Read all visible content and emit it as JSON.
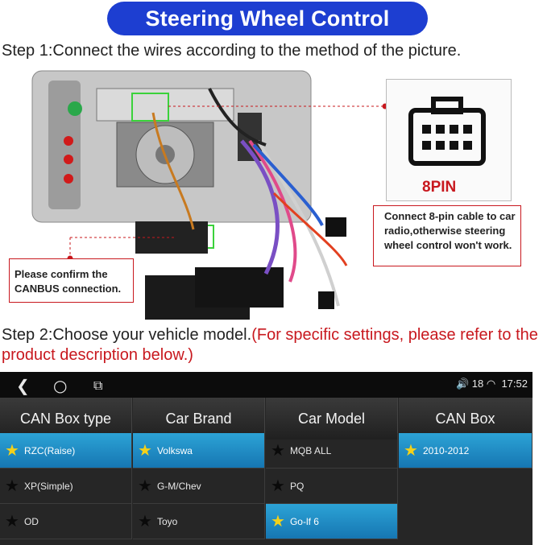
{
  "header": {
    "title": "Steering Wheel Control"
  },
  "step1": {
    "text": "Step 1:Connect the wires according to the method of the picture."
  },
  "step2": {
    "text": "Step 2:Choose your vehicle model.",
    "note": "(For specific settings, please refer to the product description below.)"
  },
  "callouts": {
    "pin_label": "8PIN",
    "pin_note": "Connect 8-pin cable to car radio,otherwise steering wheel control won't work.",
    "canbus_note": "Please confirm the CANBUS connection."
  },
  "screen": {
    "status": {
      "volume": "18",
      "time": "17:52"
    },
    "columns": [
      "CAN Box type",
      "Car Brand",
      "Car Model",
      "CAN Box"
    ],
    "col0": [
      {
        "label": "RZC(Raise)",
        "selected": true
      },
      {
        "label": "XP(Simple)",
        "selected": false
      },
      {
        "label": "OD",
        "selected": false
      }
    ],
    "col1": [
      {
        "label": "Volkswa",
        "selected": true
      },
      {
        "label": "G-M/Chev",
        "selected": false
      },
      {
        "label": "Toyo",
        "selected": false
      }
    ],
    "col2": [
      {
        "label": "MQB ALL",
        "selected": false
      },
      {
        "label": "PQ",
        "selected": false
      },
      {
        "label": "Go-lf 6",
        "selected": true
      }
    ],
    "col3": [
      {
        "label": "2010-2012",
        "selected": true
      }
    ],
    "colors": {
      "selected": "#1f8fcb",
      "star": "#f4d11a",
      "accent": "#1d3ed1",
      "note_red": "#c8181e"
    }
  }
}
